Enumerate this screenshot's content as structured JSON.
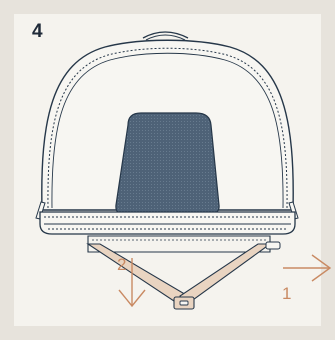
{
  "step": {
    "number": "4"
  },
  "arrows": {
    "down_label": "2",
    "right_label": "1"
  },
  "colors": {
    "background": "#e7e3dc",
    "panel": "#f5f3ee",
    "outline": "#263749",
    "mesh": "#4e6277",
    "strap": "#e9d4c1",
    "arrow": "#c98a63"
  },
  "icons": [
    "pet-carrier-illustration",
    "mesh-window",
    "shoulder-strap",
    "buckle",
    "arrow-down-icon",
    "arrow-right-icon"
  ]
}
